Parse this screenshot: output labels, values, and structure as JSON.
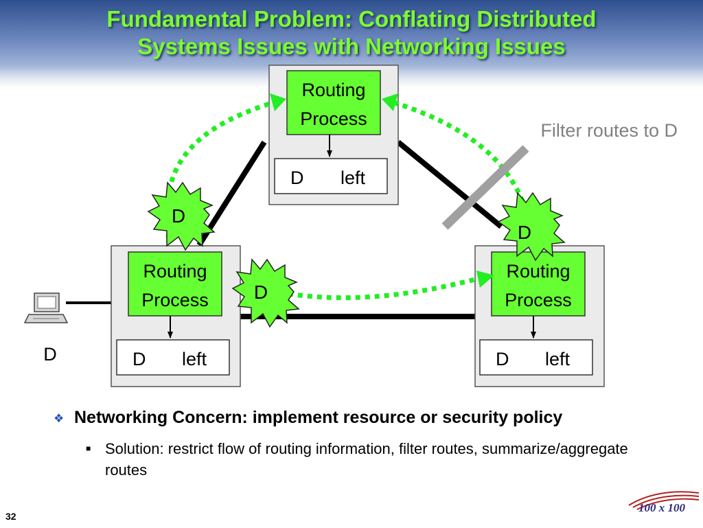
{
  "slide": {
    "title_line1": "Fundamental Problem: Conflating Distributed",
    "title_line2": "Systems Issues with Networking Issues",
    "page_number": "32",
    "logo_text": "100 x 100"
  },
  "diagram": {
    "routers": [
      {
        "id": "top",
        "process_line1": "Routing",
        "process_line2": "Process",
        "table_dest": "D",
        "table_dir": "left"
      },
      {
        "id": "left",
        "process_line1": "Routing",
        "process_line2": "Process",
        "table_dest": "D",
        "table_dir": "left"
      },
      {
        "id": "right",
        "process_line1": "Routing",
        "process_line2": "Process",
        "table_dest": "D",
        "table_dir": "left"
      }
    ],
    "announcements": [
      "D",
      "D",
      "D"
    ],
    "host_label": "D",
    "filter_label": "Filter routes to D"
  },
  "bullets": {
    "main": "Networking Concern: implement resource or security policy",
    "sub": "Solution: restrict flow of routing information, filter routes, summarize/aggregate routes"
  },
  "colors": {
    "title": "#7cfc2e",
    "process_fill": "#66ff33",
    "arrow_green": "#22ee22",
    "router_box": "#ebebeb",
    "filter_bar": "#a0a0a0",
    "bullet_mark": "#1f4fbf"
  }
}
